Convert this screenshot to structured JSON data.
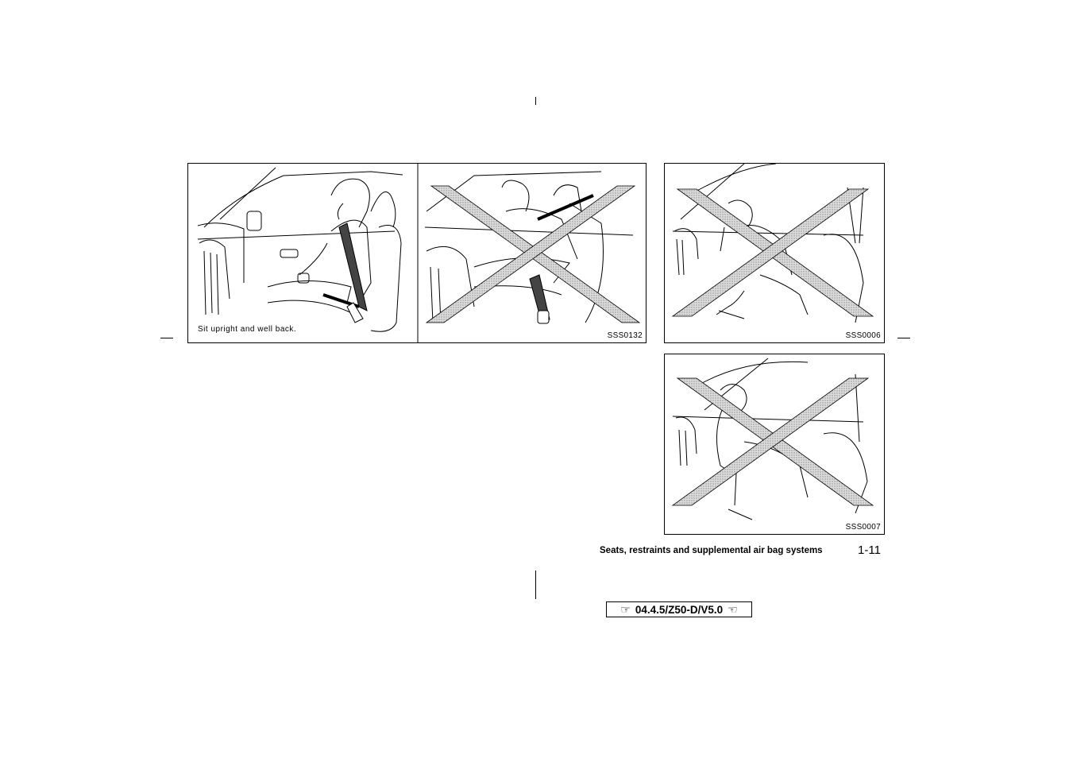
{
  "figures": [
    {
      "code": "SSS0132",
      "caption": "Sit upright and well back."
    },
    {
      "code": "SSS0006"
    },
    {
      "code": "SSS0007"
    }
  ],
  "footer": {
    "section_title": "Seats, restraints and supplemental air bag systems",
    "page_number": "1-11"
  },
  "version": {
    "left_icon": "pointing-hand-right-icon",
    "text": "04.4.5/Z50-D/V5.0",
    "right_icon": "pointing-hand-left-icon"
  },
  "colors": {
    "line": "#000000",
    "x_fill": "#c8c8c8"
  }
}
